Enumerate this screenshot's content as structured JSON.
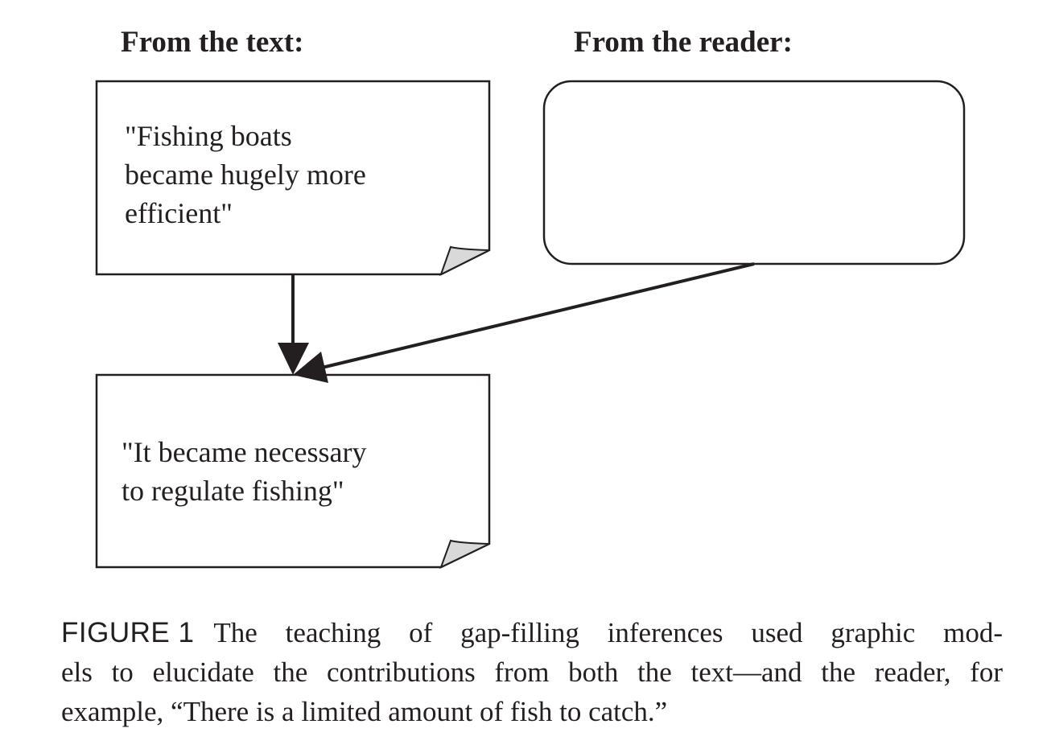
{
  "headings": {
    "text_source": "From the text:",
    "reader_source": "From the reader:"
  },
  "notes": {
    "top_lines": [
      "\"Fishing boats",
      "became hugely more",
      "efficient\""
    ],
    "bottom_lines": [
      "\"It became necessary",
      "to regulate fishing\""
    ]
  },
  "reader_box": {
    "text": ""
  },
  "caption": {
    "label": "FIGURE 1",
    "line1": "The teaching of gap-filling inferences used graphic mod-",
    "line2": "els to elucidate the contributions from both the text—and the reader, for",
    "line3": "example, “There is a limited amount of fish to catch.”"
  },
  "colors": {
    "stroke": "#231f20",
    "fold": "#d9d9d9"
  }
}
